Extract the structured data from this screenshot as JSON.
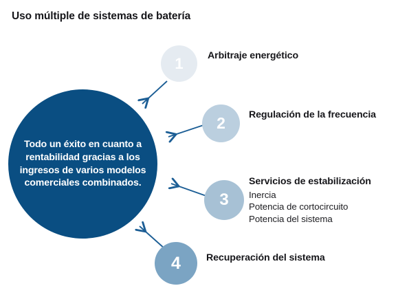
{
  "title": "Uso múltiple de sistemas de batería",
  "hub": {
    "text": "Todo un éxito en cuanto a rentabilidad gracias a los ingresos de varios modelos comerciales combinados.",
    "color": "#0a4e82",
    "text_color": "#ffffff"
  },
  "steps": [
    {
      "number": "1",
      "title": "Arbitraje energético",
      "circle_color": "#e5ebf1",
      "subitems": []
    },
    {
      "number": "2",
      "title": "Regulación de la frecuencia",
      "circle_color": "#bbcfdf",
      "subitems": []
    },
    {
      "number": "3",
      "title": "Servicios de estabilización",
      "circle_color": "#a7c1d5",
      "subitems": [
        "Inercia",
        "Potencia de cortocircuito",
        "Potencia del sistema"
      ]
    },
    {
      "number": "4",
      "title": "Recuperación del sistema",
      "circle_color": "#7ba4c3",
      "subitems": []
    }
  ],
  "arrows": {
    "color": "#1c5e95",
    "count": 4,
    "direction": "toward-hub"
  },
  "colors": {
    "background": "#ffffff",
    "title_text": "#16161a",
    "body_text": "#1c1c20",
    "hub_blue": "#0a4e82",
    "arrow_blue": "#1c5e95"
  }
}
